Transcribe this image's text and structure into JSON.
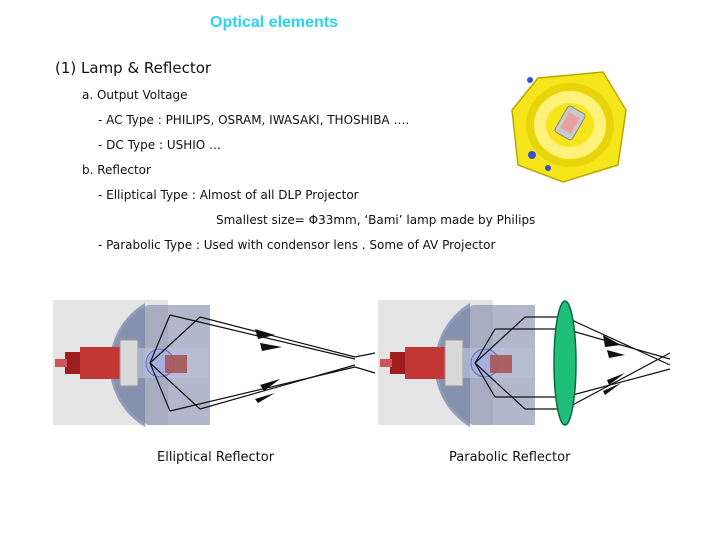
{
  "slide": {
    "title": "Optical elements",
    "section": "(1)  Lamp & Reflector",
    "sub_a": "a. Output Voltage",
    "ac_line": "- AC Type :  PHILIPS, OSRAM,  IWASAKI,  THOSHIBA ….",
    "dc_line": "- DC Type :  USHIO …",
    "sub_b": "b. Reflector",
    "elliptical_line": "- Elliptical Type : Almost of all DLP Projector",
    "smallest_line": "Smallest size= Φ33mm, ‘Bami’ lamp made by Philips",
    "parabolic_line": "- Parabolic Type :  Used with condensor lens . Some of AV Projector",
    "caption_left": "Elliptical Reflector",
    "caption_right": "Parabolic Reflector"
  },
  "colors": {
    "title": "#29d3f2",
    "reflector_lamp": "#f5e61c",
    "lens": "#1fbf7a",
    "reflector_shell": "#8a95b5"
  }
}
